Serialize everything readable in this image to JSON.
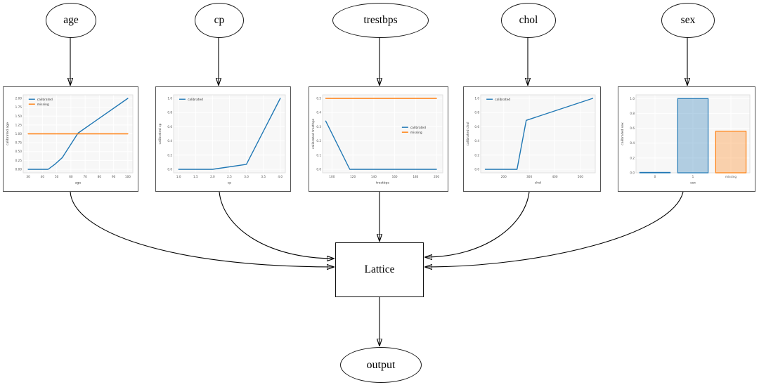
{
  "nodes": {
    "inputs": [
      {
        "id": "age",
        "label": "age"
      },
      {
        "id": "cp",
        "label": "cp"
      },
      {
        "id": "trestbps",
        "label": "trestbps"
      },
      {
        "id": "chol",
        "label": "chol"
      },
      {
        "id": "sex",
        "label": "sex"
      }
    ],
    "lattice": {
      "label": "Lattice"
    },
    "output": {
      "label": "output"
    }
  },
  "colors": {
    "calibrated": "#1f77b4",
    "missing": "#ff7f0e",
    "calibrated_fill": "rgba(31,119,180,0.32)",
    "missing_fill": "rgba(255,127,14,0.32)",
    "plot_bg": "#f7f7f7",
    "grid": "#ffffff",
    "spine": "#e2e2e2",
    "tick_text": "#555555"
  },
  "chart_data": [
    {
      "id": "age",
      "type": "line",
      "xlabel": "age",
      "ylabel": "calibrated age",
      "xlim": [
        26.5,
        103.5
      ],
      "ylim": [
        -0.1,
        2.1
      ],
      "grid": true,
      "margin_left": 28,
      "xticks": {
        "values": [
          30,
          40,
          50,
          60,
          70,
          80,
          90,
          100
        ],
        "labels": [
          "30",
          "40",
          "50",
          "60",
          "70",
          "80",
          "90",
          "100"
        ]
      },
      "yticks": {
        "values": [
          0,
          0.25,
          0.5,
          0.75,
          1,
          1.25,
          1.5,
          1.75,
          2
        ],
        "labels": [
          "0.00",
          "0.25",
          "0.50",
          "0.75",
          "1.00",
          "1.25",
          "1.50",
          "1.75",
          "2.00"
        ]
      },
      "series": [
        {
          "name": "calibrated",
          "color": "#1f77b4",
          "points": [
            [
              30,
              0
            ],
            [
              44,
              0
            ],
            [
              49,
              0.15
            ],
            [
              54,
              0.33
            ],
            [
              65,
              1.02
            ],
            [
              100,
              2.0
            ]
          ]
        },
        {
          "name": "missing",
          "color": "#ff7f0e",
          "points": [
            [
              30,
              1.0
            ],
            [
              100,
              1.0
            ]
          ]
        }
      ],
      "legend": {
        "show": true,
        "pos": [
          0.05,
          0.02
        ],
        "position": "top-left"
      }
    },
    {
      "id": "cp",
      "type": "line",
      "xlabel": "cp",
      "ylabel": "calibrated cp",
      "xlim": [
        0.85,
        4.15
      ],
      "ylim": [
        -0.05,
        1.05
      ],
      "grid": true,
      "margin_left": 25,
      "xticks": {
        "values": [
          1,
          1.5,
          2,
          2.5,
          3,
          3.5,
          4
        ],
        "labels": [
          "1.0",
          "1.5",
          "2.0",
          "2.5",
          "3.0",
          "3.5",
          "4.0"
        ]
      },
      "yticks": {
        "values": [
          0,
          0.2,
          0.4,
          0.6,
          0.8,
          1
        ],
        "labels": [
          "0.0",
          "0.2",
          "0.4",
          "0.6",
          "0.8",
          "1.0"
        ]
      },
      "series": [
        {
          "name": "calibrated",
          "color": "#1f77b4",
          "points": [
            [
              1,
              0
            ],
            [
              2,
              0
            ],
            [
              3,
              0.07
            ],
            [
              4,
              1.0
            ]
          ]
        }
      ],
      "legend": {
        "show": true,
        "pos": [
          0.05,
          0.02
        ],
        "position": "top-left"
      }
    },
    {
      "id": "trestbps",
      "type": "line",
      "xlabel": "trestbps",
      "ylabel": "calibrated trestbps",
      "xlim": [
        91,
        206
      ],
      "ylim": [
        -0.025,
        0.525
      ],
      "grid": true,
      "margin_left": 19,
      "xticks": {
        "values": [
          100,
          120,
          140,
          160,
          180,
          200
        ],
        "labels": [
          "100",
          "120",
          "140",
          "160",
          "180",
          "200"
        ]
      },
      "yticks": {
        "values": [
          0,
          0.1,
          0.2,
          0.3,
          0.4,
          0.5
        ],
        "labels": [
          "0.0",
          "0.1",
          "0.2",
          "0.3",
          "0.4",
          "0.5"
        ]
      },
      "series": [
        {
          "name": "calibrated",
          "color": "#1f77b4",
          "points": [
            [
              94,
              0.34
            ],
            [
              117,
              0
            ],
            [
              200,
              0
            ]
          ]
        },
        {
          "name": "missing",
          "color": "#ff7f0e",
          "points": [
            [
              94,
              0.5
            ],
            [
              200,
              0.5
            ]
          ]
        }
      ],
      "legend": {
        "show": true,
        "pos": [
          0.66,
          0.38
        ],
        "position": "center-right"
      }
    },
    {
      "id": "chol",
      "type": "line",
      "xlabel": "chol",
      "ylabel": "calibrated chol",
      "xlim": [
        110,
        558
      ],
      "ylim": [
        -0.05,
        1.05
      ],
      "grid": true,
      "margin_left": 24,
      "xticks": {
        "values": [
          200,
          300,
          400,
          500
        ],
        "labels": [
          "200",
          "300",
          "400",
          "500"
        ]
      },
      "yticks": {
        "values": [
          0,
          0.2,
          0.4,
          0.6,
          0.8,
          1
        ],
        "labels": [
          "0.0",
          "0.2",
          "0.4",
          "0.6",
          "0.8",
          "1.0"
        ]
      },
      "series": [
        {
          "name": "calibrated",
          "color": "#1f77b4",
          "points": [
            [
              128,
              0
            ],
            [
              252,
              0
            ],
            [
              288,
              0.69
            ],
            [
              548,
              1.0
            ]
          ]
        }
      ],
      "legend": {
        "show": true,
        "pos": [
          0.05,
          0.02
        ],
        "position": "top-left"
      }
    },
    {
      "id": "sex",
      "type": "bar",
      "xlabel": "sex",
      "ylabel": "calibrated sex",
      "ylim": [
        0,
        1.05
      ],
      "grid": true,
      "margin_left": 25,
      "categories": [
        "0",
        "1",
        "missing"
      ],
      "values": [
        0.005,
        1.0,
        0.56
      ],
      "bar_edge_colors": [
        "#1f77b4",
        "#1f77b4",
        "#ff7f0e"
      ],
      "bar_fill_colors": [
        "rgba(31,119,180,0.32)",
        "rgba(31,119,180,0.32)",
        "rgba(255,127,14,0.32)"
      ],
      "yticks": {
        "values": [
          0,
          0.2,
          0.4,
          0.6,
          0.8,
          1
        ],
        "labels": [
          "0.0",
          "0.2",
          "0.4",
          "0.6",
          "0.8",
          "1.0"
        ]
      },
      "legend": {
        "show": false
      }
    }
  ]
}
